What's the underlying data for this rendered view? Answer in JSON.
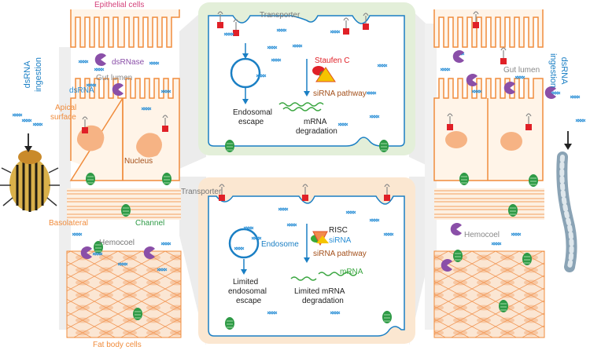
{
  "left_side": {
    "ingestion": [
      "dsRNA",
      "ingestion"
    ],
    "epithelial": "Epithelial cells",
    "dsrnase": "dsRNase",
    "gut_lumen": "Gut lumen",
    "dsrna": "dsRNA",
    "apical": [
      "Apical",
      "surface"
    ],
    "nucleus": "Nucleus",
    "transporter": "Transporter",
    "basolateral": "Basolateral",
    "channel": "Channel",
    "hemocoel": "Hemocoel",
    "fat_body": "Fat body cells"
  },
  "top_panel": {
    "transporter": "Transporter",
    "staufen": "Staufen C",
    "endosomal": [
      "Endosomal",
      "escape"
    ],
    "sirna_pathway": "siRNA pathway",
    "mrna": [
      "mRNA",
      "degradation"
    ]
  },
  "bottom_panel": {
    "endosome": "Endosome",
    "risc": "RISC",
    "sirna": "siRNA",
    "sirna_pathway": "siRNA pathway",
    "mrna_label": "mRNA",
    "limited_escape": [
      "Limited",
      "endosomal",
      "escape"
    ],
    "limited_mrna": [
      "Limited mRNA",
      "degradation"
    ]
  },
  "right_side": {
    "gut_lumen": "Gut lumen",
    "hemocoel": "Hemocoel",
    "ingestion": [
      "dsRNA",
      "ingestion"
    ]
  },
  "colors": {
    "cell_outline": "#f08c3c",
    "cell_fill": "#fff4e8",
    "nucleus": "#f6b384",
    "dsrna": "#2a8fd6",
    "dsrnase": "#8a4fa8",
    "channel": "#2e9a46",
    "transporter": "#e02027",
    "mrna": "#3aa640",
    "top_panel_bg": "#e3efd9",
    "bottom_panel_bg": "#fbe7d1",
    "membrane": "#1a7fc4"
  }
}
